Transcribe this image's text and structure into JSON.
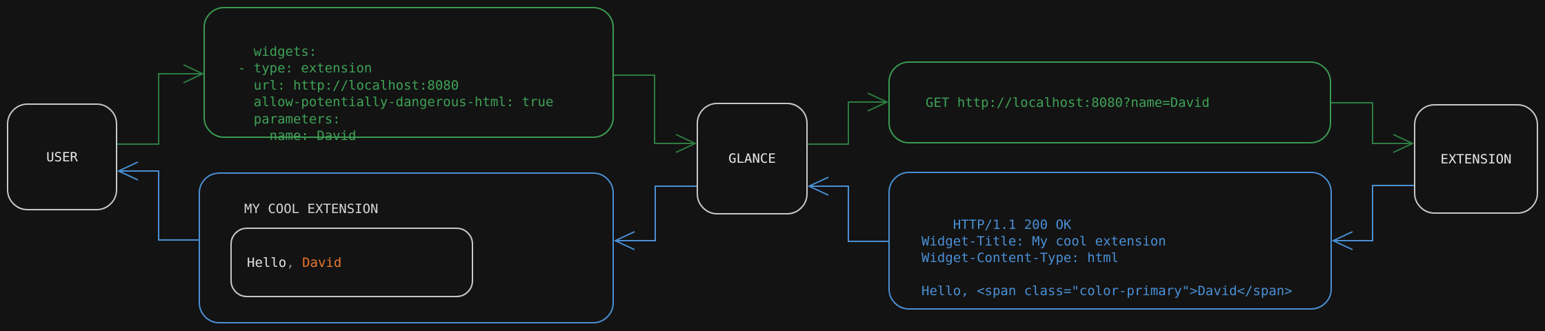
{
  "diagram": {
    "background": "#131313",
    "nodes": {
      "user": {
        "label": "USER"
      },
      "glance": {
        "label": "GLANCE"
      },
      "extension": {
        "label": "EXTENSION"
      }
    },
    "config_box": {
      "code": "widgets:\n  - type: extension\n    url: http://localhost:8080\n    allow-potentially-dangerous-html: true\n    parameters:\n      name: David",
      "accent": "#3fa257"
    },
    "request_box": {
      "code": "GET http://localhost:8080?name=David",
      "accent": "#3fa257"
    },
    "response_box": {
      "code": "HTTP/1.1 200 OK\nWidget-Title: My cool extension\nWidget-Content-Type: html\n\nHello, <span class=\"color-primary\">David</span>",
      "accent": "#4a90d5"
    },
    "widget_box": {
      "title": "MY COOL EXTENSION",
      "greeting": {
        "prefix": "Hello",
        "comma": ",",
        "name": " David"
      },
      "accent": "#4a90d5",
      "name_color": "#e8772e"
    },
    "edges": [
      {
        "from": "user",
        "to": "config_box",
        "color": "#2e7d42"
      },
      {
        "from": "config_box",
        "to": "glance",
        "color": "#2e7d42"
      },
      {
        "from": "glance",
        "to": "request_box",
        "color": "#2e7d42"
      },
      {
        "from": "request_box",
        "to": "extension",
        "color": "#2e7d42"
      },
      {
        "from": "extension",
        "to": "response_box",
        "color": "#4a90d5"
      },
      {
        "from": "response_box",
        "to": "glance",
        "color": "#4a90d5"
      },
      {
        "from": "glance",
        "to": "widget_box",
        "color": "#4a90d5"
      },
      {
        "from": "widget_box",
        "to": "user",
        "color": "#4a90d5"
      }
    ]
  }
}
